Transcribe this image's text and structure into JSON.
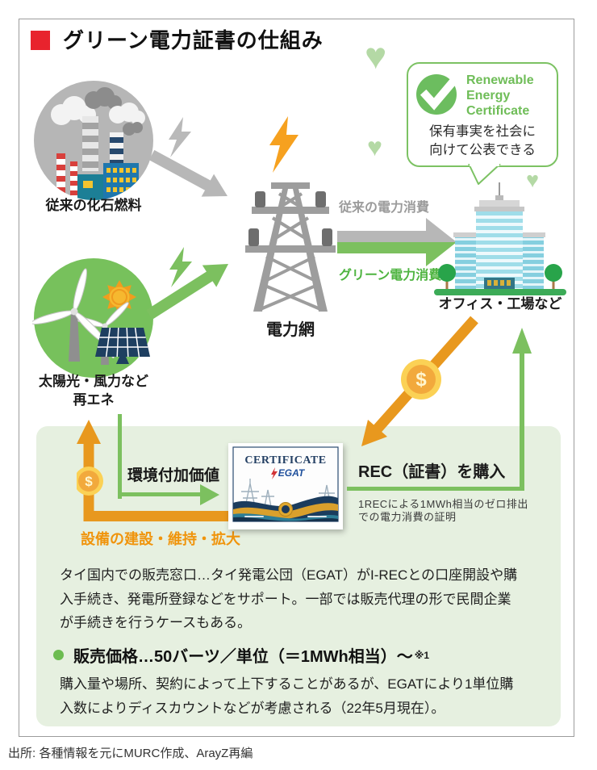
{
  "title": "グリーン電力証書の仕組み",
  "icons": {
    "heart": "♥",
    "coin": "$"
  },
  "bubble": {
    "cert_text": "Renewable\nEnergy\nCertificate",
    "note": "保有事実を社会に\n向けて公表できる"
  },
  "nodes": {
    "fossil": "従来の化石燃料",
    "grid": "電力網",
    "renewable": "太陽光・風力など\n再エネ",
    "building": "オフィス・工場など"
  },
  "flows": {
    "conventional": "従来の電力消費",
    "green": "グリーン電力消費",
    "env_value": "環境付加価値",
    "facility": "設備の建設・維持・拡大",
    "rec_purchase": "REC（証書）を購入",
    "rec_note": "1RECによる1MWh相当のゼロ排出\nでの電力消費の証明"
  },
  "certificate": {
    "heading": "CERTIFICATE",
    "issuer": "EGAT"
  },
  "panel": {
    "para1": "タイ国内での販売窓口…タイ発電公団（EGAT）がI-RECとの口座開設や購\n入手続き、発電所登録などをサポート。一部では販売代理の形で民間企業\nが手続きを行うケースもある。",
    "price_label": "販売価格…50バーツ／単位（＝1MWh相当）～",
    "price_footnote": "※1",
    "para2": "購入量や場所、契約によって上下することがあるが、EGATにより1単位購\n入数によりディスカウントなどが考慮される（22年5月現在）。"
  },
  "source": "出所: 各種情報を元にMURC作成、ArayZ再編",
  "colors": {
    "accent_red": "#e8232d",
    "green": "#7cc05f",
    "green_text": "#4eb440",
    "light_green_bg": "#e6f0e0",
    "orange": "#e8981e",
    "orange_text": "#f0940c",
    "gray": "#b7b7b7",
    "navy": "#1b3c5d"
  }
}
